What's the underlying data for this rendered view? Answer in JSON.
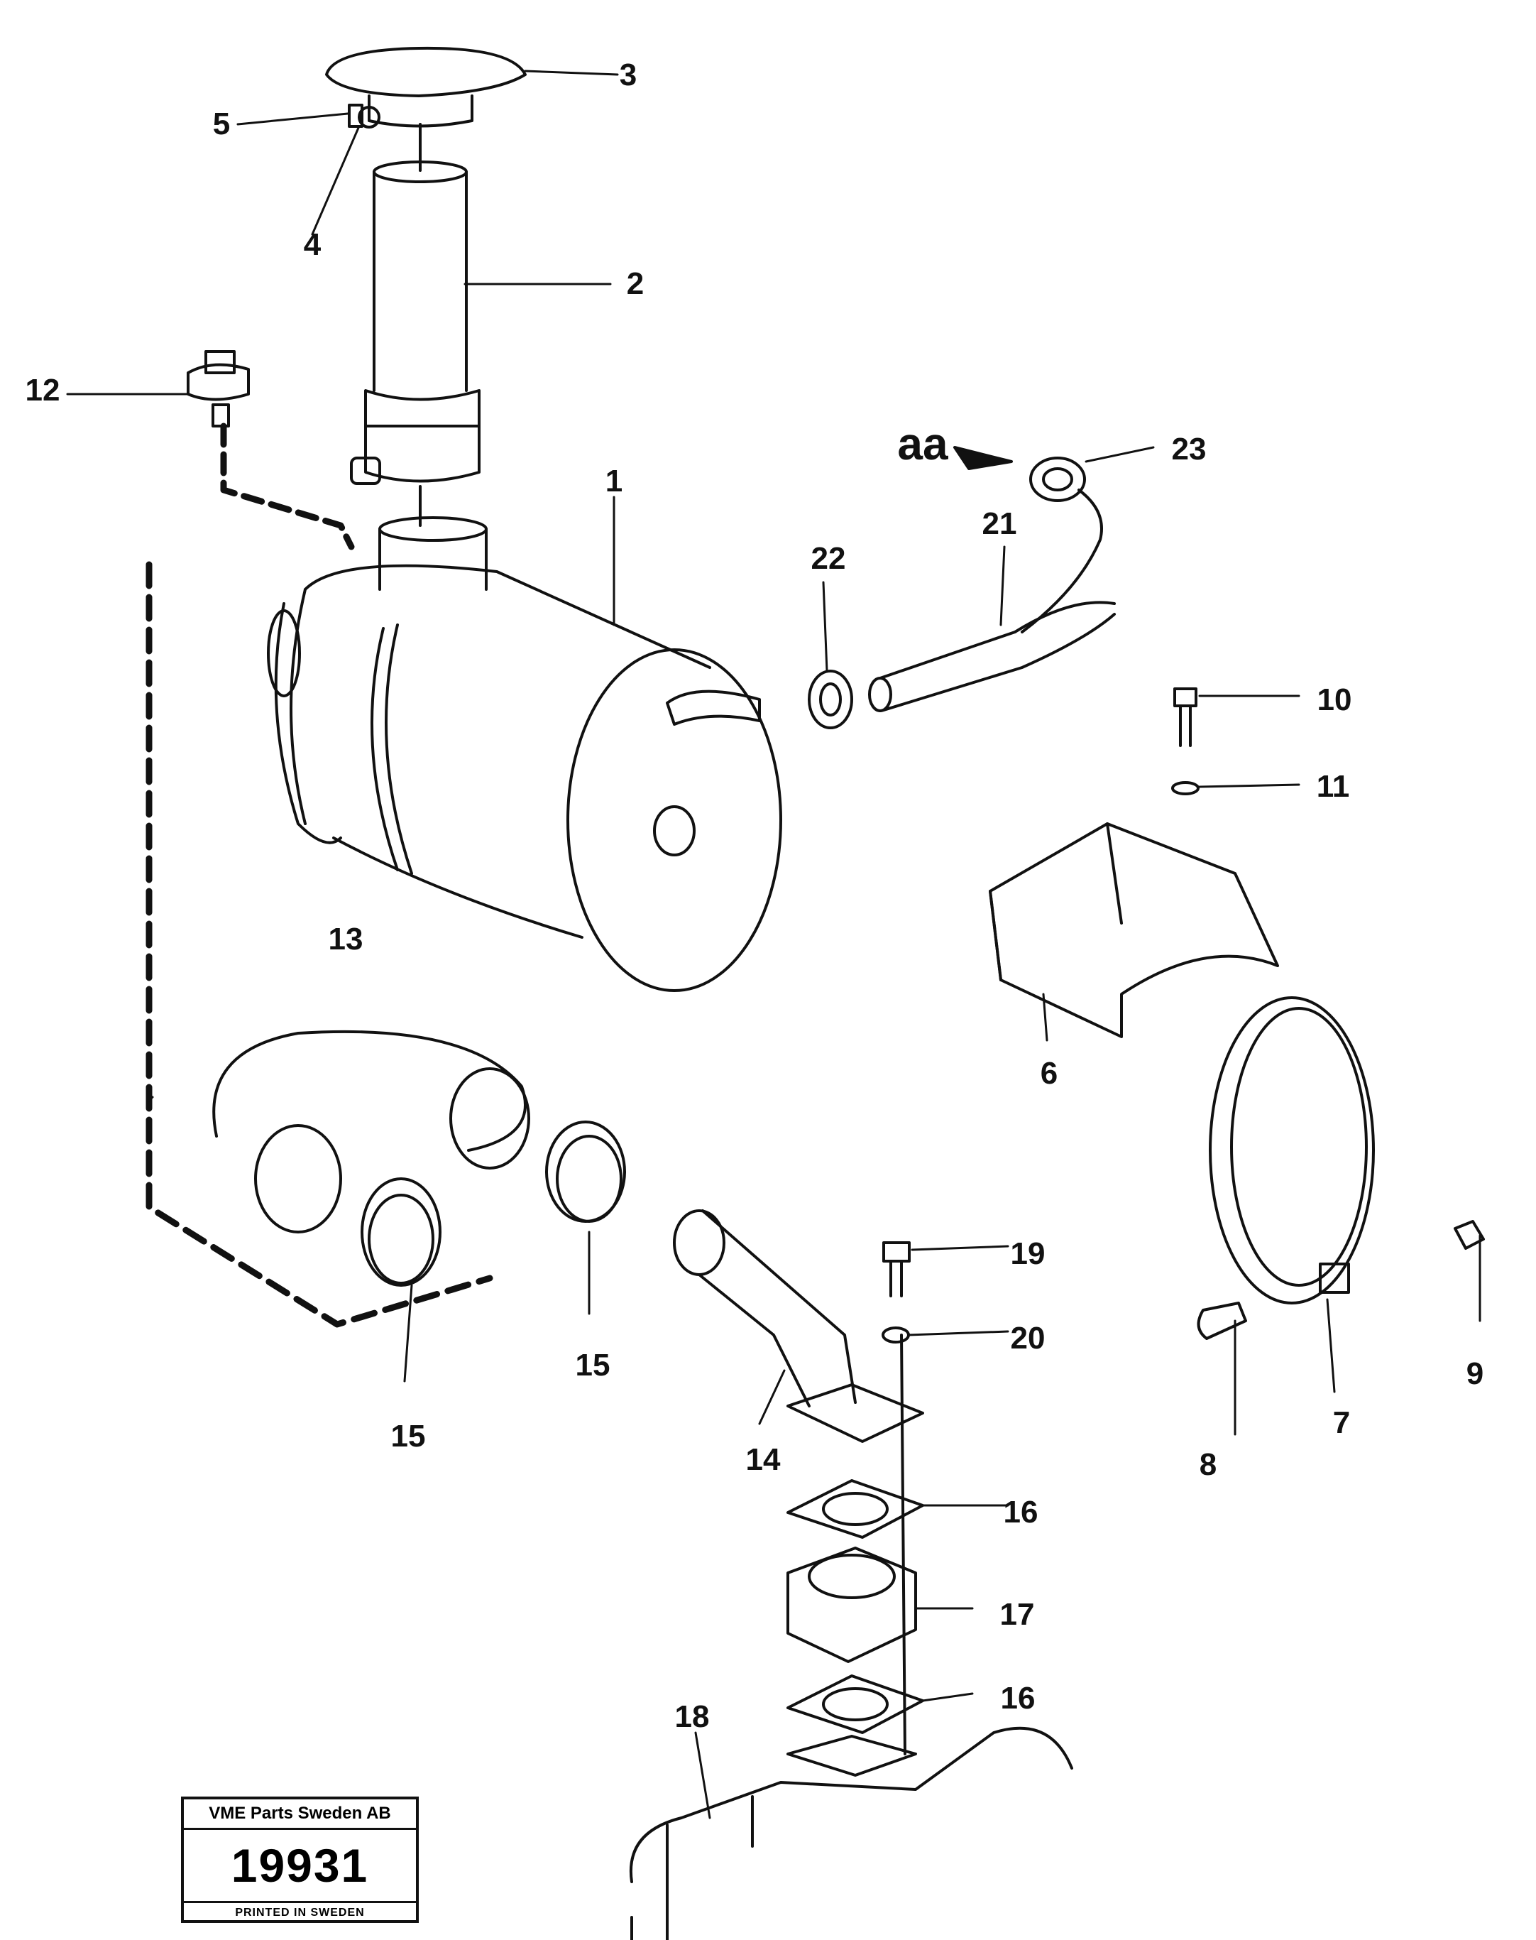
{
  "callouts": [
    {
      "id": "c1",
      "text": "1"
    },
    {
      "id": "c2",
      "text": "2"
    },
    {
      "id": "c3",
      "text": "3"
    },
    {
      "id": "c4",
      "text": "4"
    },
    {
      "id": "c5",
      "text": "5"
    },
    {
      "id": "c6",
      "text": "6"
    },
    {
      "id": "c7",
      "text": "7"
    },
    {
      "id": "c8",
      "text": "8"
    },
    {
      "id": "c9",
      "text": "9"
    },
    {
      "id": "c10",
      "text": "10"
    },
    {
      "id": "c11",
      "text": "11"
    },
    {
      "id": "c12",
      "text": "12"
    },
    {
      "id": "c13",
      "text": "13"
    },
    {
      "id": "c14",
      "text": "14"
    },
    {
      "id": "c15a",
      "text": "15"
    },
    {
      "id": "c15b",
      "text": "15"
    },
    {
      "id": "c16a",
      "text": "16"
    },
    {
      "id": "c16b",
      "text": "16"
    },
    {
      "id": "c17",
      "text": "17"
    },
    {
      "id": "c18",
      "text": "18"
    },
    {
      "id": "c19",
      "text": "19"
    },
    {
      "id": "c20",
      "text": "20"
    },
    {
      "id": "c21",
      "text": "21"
    },
    {
      "id": "c22",
      "text": "22"
    },
    {
      "id": "c23",
      "text": "23"
    }
  ],
  "direction_label": "aa",
  "stamp": {
    "company": "VME Parts Sweden AB",
    "number": "19931",
    "footer": "PRINTED IN SWEDEN"
  }
}
